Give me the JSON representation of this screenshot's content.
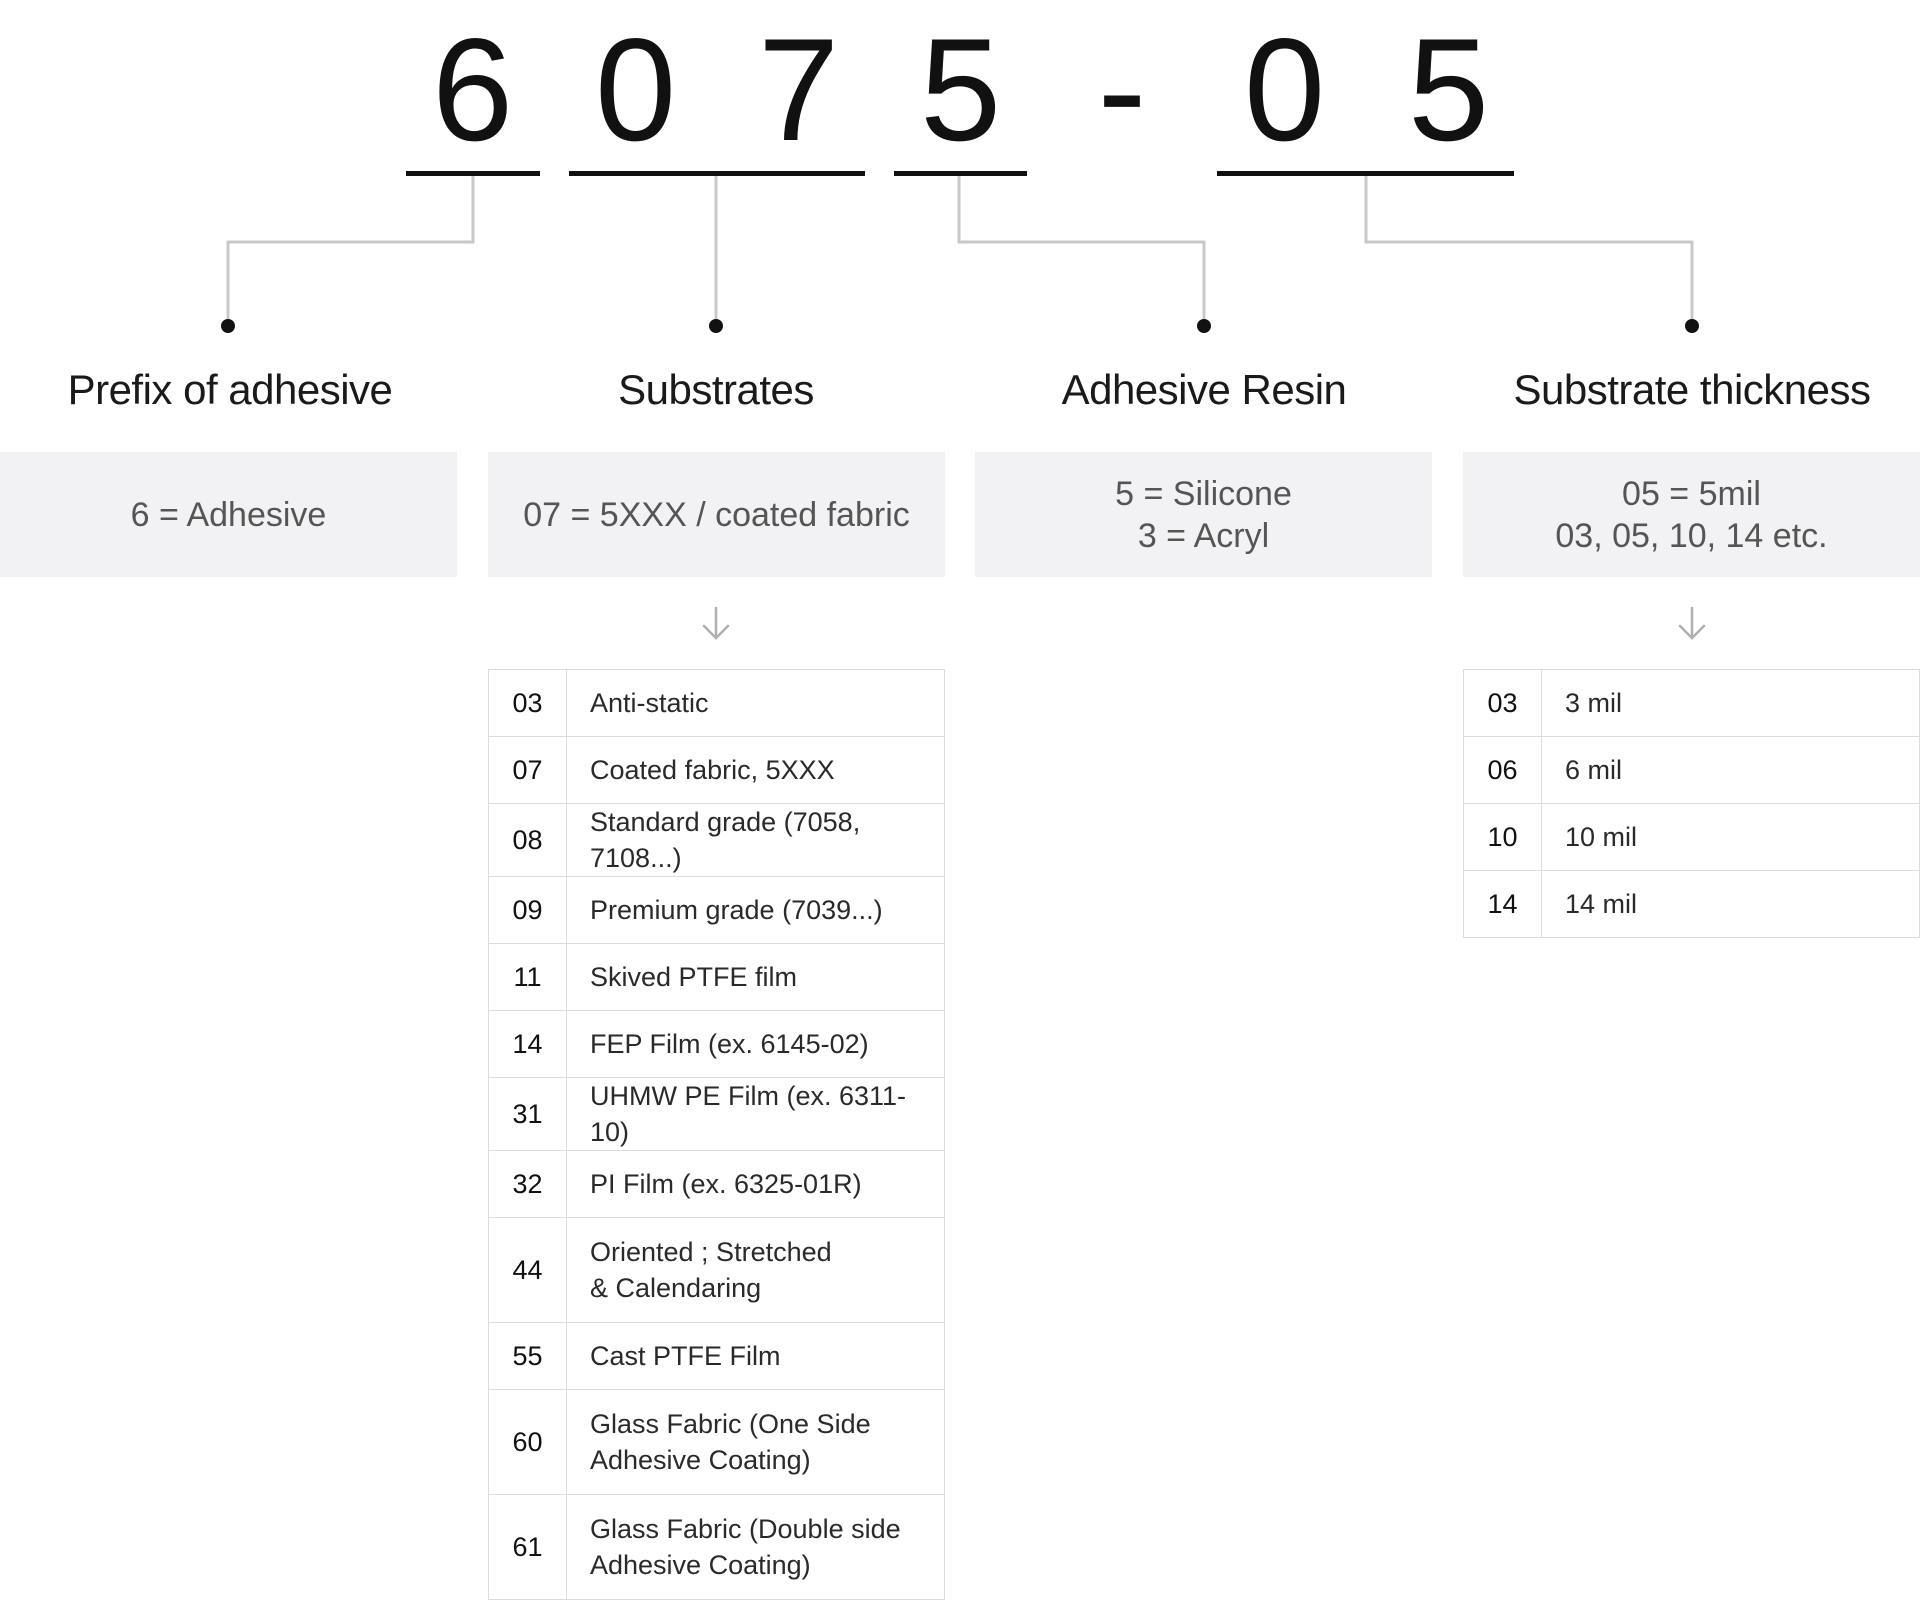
{
  "code": {
    "digits": [
      "6",
      "0",
      "7",
      "5",
      "-",
      "0",
      "5"
    ]
  },
  "segments": [
    {
      "heading": "Prefix of adhesive",
      "value_lines": [
        "6 = Adhesive"
      ]
    },
    {
      "heading": "Substrates",
      "value_lines": [
        "07 = 5XXX / coated fabric"
      ]
    },
    {
      "heading": "Adhesive Resin",
      "value_lines": [
        "5 = Silicone",
        "3 = Acryl"
      ]
    },
    {
      "heading": "Substrate thickness",
      "value_lines": [
        "05 = 5mil",
        "03, 05, 10, 14 etc."
      ]
    }
  ],
  "substrates_table": [
    {
      "code": "03",
      "desc": [
        "Anti-static"
      ]
    },
    {
      "code": "07",
      "desc": [
        "Coated fabric, 5XXX"
      ]
    },
    {
      "code": "08",
      "desc": [
        "Standard grade (7058, 7108...)"
      ]
    },
    {
      "code": "09",
      "desc": [
        "Premium grade (7039...)"
      ]
    },
    {
      "code": "11",
      "desc": [
        "Skived PTFE film"
      ]
    },
    {
      "code": "14",
      "desc": [
        "FEP Film (ex. 6145-02)"
      ]
    },
    {
      "code": "31",
      "desc": [
        "UHMW PE Film (ex. 6311-10)"
      ]
    },
    {
      "code": "32",
      "desc": [
        "PI Film (ex. 6325-01R)"
      ]
    },
    {
      "code": "44",
      "desc": [
        "Oriented ; Stretched",
        "& Calendaring"
      ]
    },
    {
      "code": "55",
      "desc": [
        "Cast PTFE Film"
      ]
    },
    {
      "code": "60",
      "desc": [
        "Glass Fabric (One Side",
        "Adhesive Coating)"
      ]
    },
    {
      "code": "61",
      "desc": [
        "Glass Fabric (Double side",
        "Adhesive Coating)"
      ]
    }
  ],
  "thickness_table": [
    {
      "code": "03",
      "desc": [
        "3 mil"
      ]
    },
    {
      "code": "06",
      "desc": [
        "6 mil"
      ]
    },
    {
      "code": "10",
      "desc": [
        "10 mil"
      ]
    },
    {
      "code": "14",
      "desc": [
        "14 mil"
      ]
    }
  ],
  "colors": {
    "connector": "#c8c8c8",
    "box_bg": "#f2f2f4",
    "underline": "#111111",
    "table_border": "#dcdcdc"
  }
}
